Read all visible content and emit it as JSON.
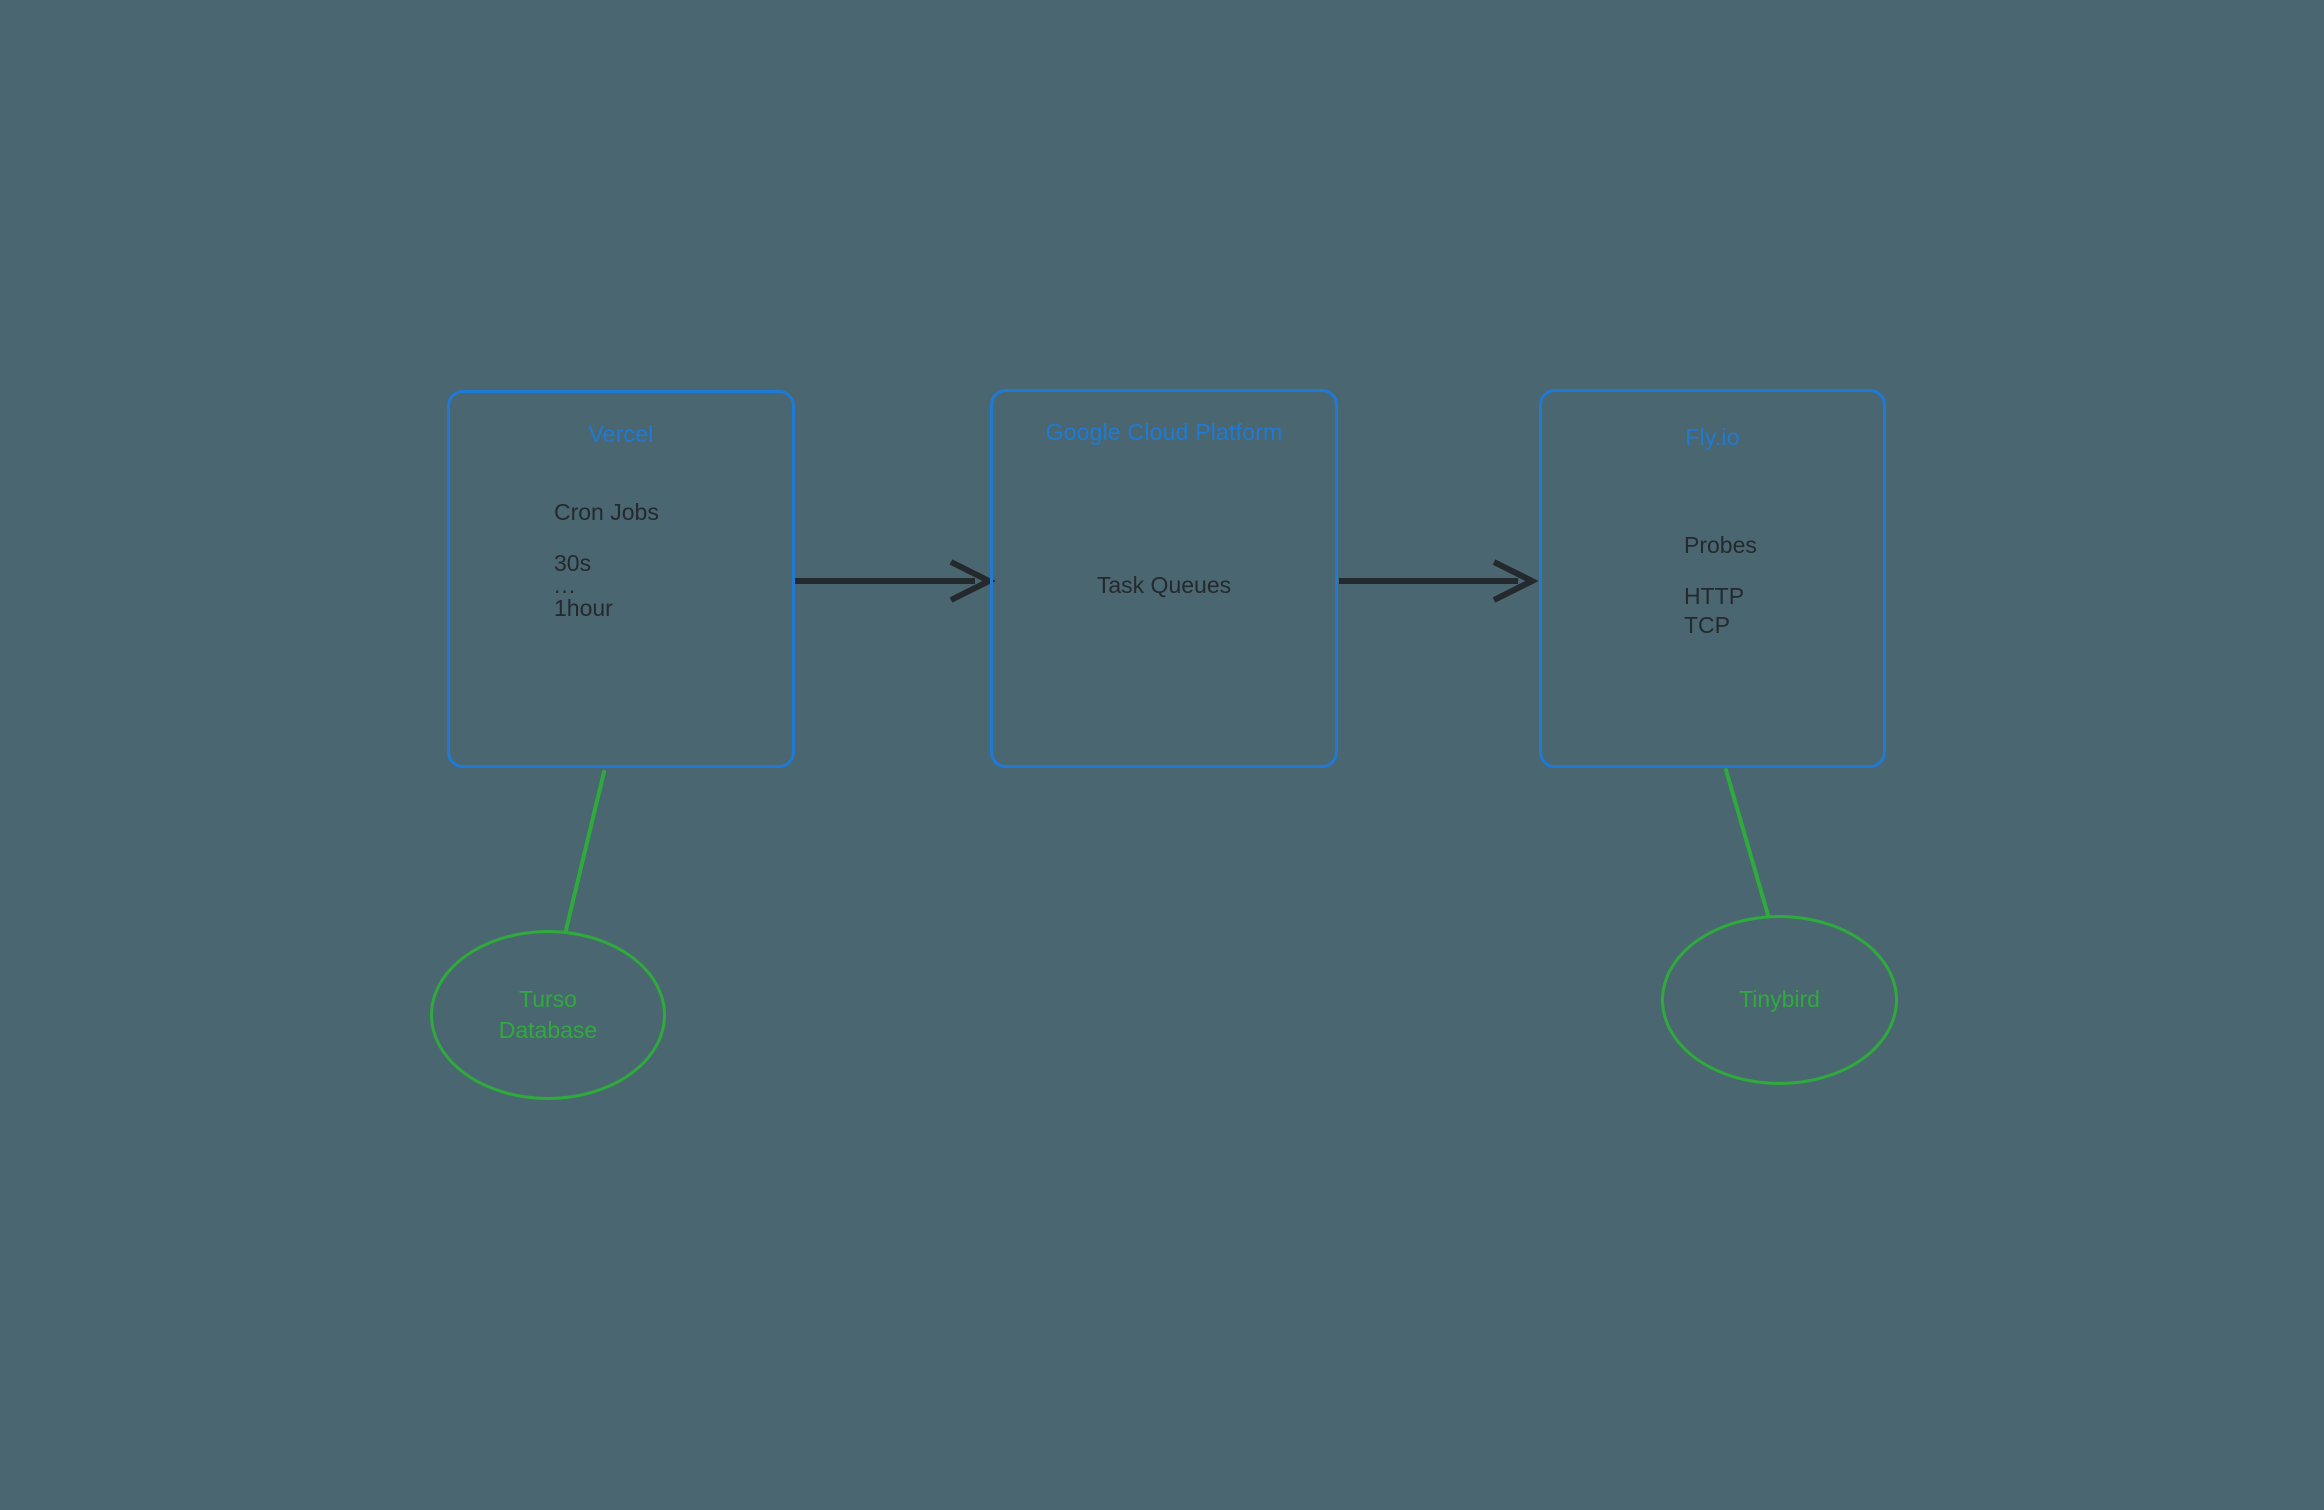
{
  "diagram": {
    "background_color": "#4a6670",
    "box_border_color": "#1f7ad6",
    "box_title_color": "#1f7ad6",
    "box_text_color": "#24292e",
    "ellipse_color": "#2eab3c",
    "arrow_color": "#24292e",
    "boxes": [
      {
        "id": "vercel",
        "title": "Vercel",
        "lines": [
          "Cron Jobs",
          "",
          "30s",
          "...",
          "1hour"
        ]
      },
      {
        "id": "gcp",
        "title": "Google Cloud Platform",
        "lines": [
          "Task Queues"
        ]
      },
      {
        "id": "flyio",
        "title": "Fly.io",
        "lines": [
          "Probes",
          "",
          "HTTP",
          "TCP"
        ]
      }
    ],
    "ellipses": [
      {
        "id": "turso",
        "label": "Turso\nDatabase"
      },
      {
        "id": "tinybird",
        "label": "Tinybird"
      }
    ],
    "connections": [
      {
        "id": "vercel-to-gcp",
        "from": "vercel",
        "to": "gcp",
        "style": "arrow"
      },
      {
        "id": "gcp-to-flyio",
        "from": "gcp",
        "to": "flyio",
        "style": "arrow"
      },
      {
        "id": "vercel-to-turso",
        "from": "vercel",
        "to": "turso",
        "style": "line"
      },
      {
        "id": "flyio-to-tinybird",
        "from": "flyio",
        "to": "tinybird",
        "style": "line"
      }
    ]
  }
}
